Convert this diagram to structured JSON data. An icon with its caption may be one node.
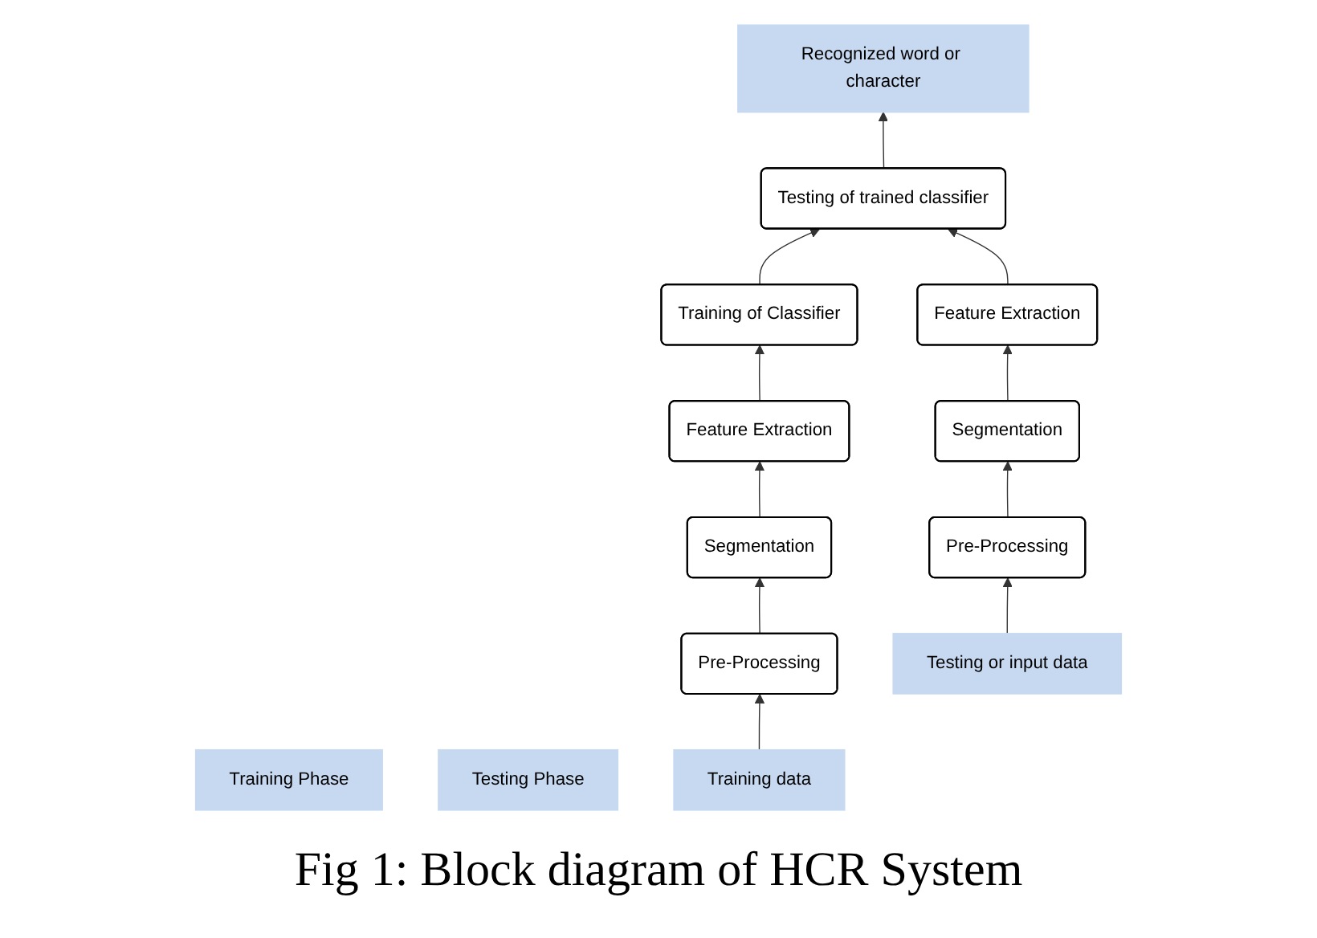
{
  "diagram": {
    "caption": "Fig 1: Block diagram of HCR System",
    "nodes": [
      {
        "text": [
          "Training Phase"
        ]
      },
      {
        "text": [
          "Testing Phase"
        ]
      },
      {
        "text": [
          "Training of Classifier"
        ]
      },
      {
        "text": [
          "Testing of trained classifier"
        ]
      },
      {
        "text": [
          "Recognized word or character"
        ]
      },
      {
        "text": [
          "Feature Extraction"
        ]
      },
      {
        "text": [
          "Feature Extraction"
        ]
      },
      {
        "text": [
          "Segmentation"
        ]
      },
      {
        "text": [
          "Segmentation"
        ]
      },
      {
        "text": [
          "Pre-Processing"
        ]
      },
      {
        "text": [
          "Pre-Processing"
        ]
      },
      {
        "text": [
          "Training data"
        ]
      },
      {
        "text": [
          "Testing or input data"
        ]
      }
    ],
    "edges": [
      {
        "from": 11,
        "to": 9,
        "arrow": "to"
      },
      {
        "from": 9,
        "to": 7,
        "arrow": "to"
      },
      {
        "from": 7,
        "to": 5,
        "arrow": "to"
      },
      {
        "from": 5,
        "to": 2,
        "arrow": "to"
      },
      {
        "from": 2,
        "to": 3,
        "arrow": "to"
      },
      {
        "from": 12,
        "to": 10,
        "arrow": "to"
      },
      {
        "from": 10,
        "to": 8,
        "arrow": "to"
      },
      {
        "from": 8,
        "to": 6,
        "arrow": "to"
      },
      {
        "from": 6,
        "to": 3,
        "arrow": "to"
      },
      {
        "from": 3,
        "to": 4,
        "arrow": "to"
      }
    ]
  }
}
